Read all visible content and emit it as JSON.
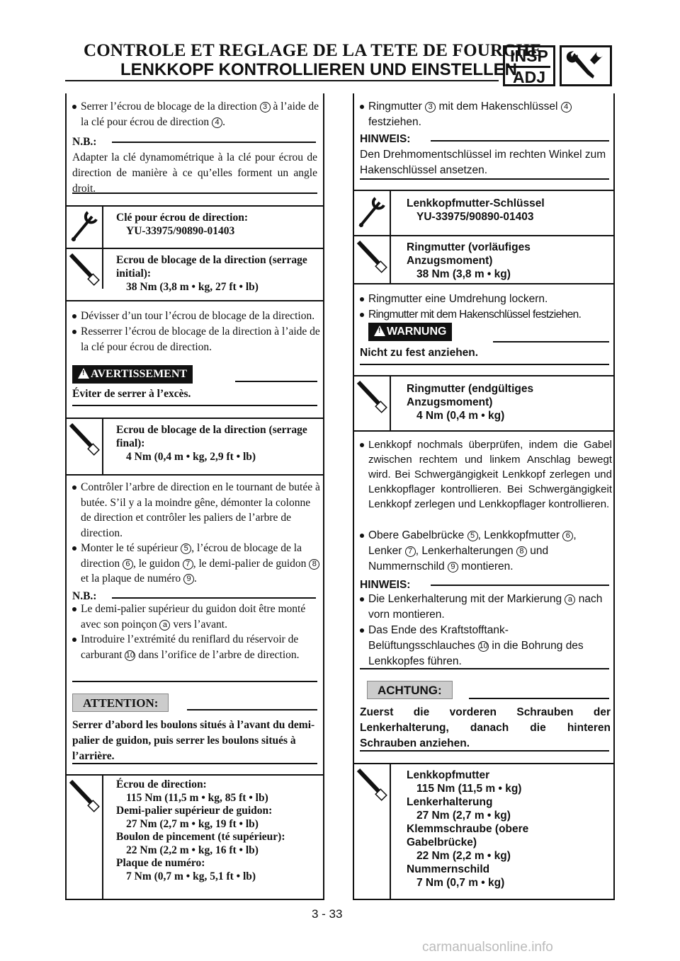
{
  "header": {
    "title_fr": "CONTROLE ET REGLAGE DE LA TETE DE FOURCHE",
    "title_de": "LENKKOPF KONTROLLIEREN UND EINSTELLEN",
    "badge_top": "INSP",
    "badge_bottom": "ADJ",
    "tool_icon": "wrench-icon"
  },
  "left": {
    "b1": {
      "t1": "Serrer l’écrou de blocage de la direction",
      "n1": "3",
      "t2": "à l’aide de la clé pour écrou de direction",
      "n2": "4",
      "t3": "."
    },
    "nb1_title": "N.B.:",
    "nb1_text": "Adapter la clé dynamométrique à la clé pour écrou de direction de manière à ce qu’elles forment un angle droit.",
    "spec1": {
      "title": "Clé pour écrou de direction:",
      "value": "YU-33975/90890-01403"
    },
    "spec2": {
      "title": "Ecrou de blocage de la direction (serrage initial):",
      "value": "38 Nm (3,8 m • kg, 27 ft • lb)"
    },
    "b2": "Dévisser d’un tour l’écrou de blocage de la direction.",
    "b3": "Resserrer l’écrou de blocage de la direction à l’aide de la clé pour écrou de direction.",
    "warn_label": "AVERTISSEMENT",
    "warn_text": "Éviter de serrer à l’excès.",
    "spec3": {
      "title": "Ecrou de blocage de la direction (serrage final):",
      "value": "4 Nm (0,4 m • kg, 2,9 ft • lb)"
    },
    "b4": "Contrôler l’arbre de direction en le tournant de butée à butée. S’il y a la moindre gêne, démonter la colonne de direction et contrôler les paliers de l’arbre de direction.",
    "b5": {
      "t1": "Monter le té supérieur",
      "n1": "5",
      "t2": ", l’écrou de blocage de la direction",
      "n2": "6",
      "t3": ", le guidon",
      "n3": "7",
      "t4": ", le demi-palier de guidon",
      "n4": "8",
      "t5": "et la plaque de numéro",
      "n5": "9",
      "t6": "."
    },
    "nb2_title": "N.B.:",
    "nb2_b1": {
      "t1": "Le demi-palier supérieur du guidon doit être monté avec son poinçon",
      "mark": "a",
      "t2": "vers l’avant."
    },
    "nb2_b2": {
      "t1": "Introduire l’extrémité du reniflard du réservoir de carburant",
      "n1": "10",
      "t2": "dans l’orifice de l’arbre de direction."
    },
    "caution_label": "ATTENTION:",
    "caution_text": "Serrer d’abord les boulons situés à l’avant du demi-palier de guidon, puis serrer les boulons situés à l’arrière.",
    "spec4": [
      {
        "title": "Écrou de direction:",
        "value": "115 Nm (11,5 m • kg, 85 ft • lb)"
      },
      {
        "title": "Demi-palier supérieur de guidon:",
        "value": "27 Nm (2,7 m • kg, 19 ft • lb)"
      },
      {
        "title": "Boulon de pincement (té supérieur):",
        "value": "22 Nm (2,2 m • kg, 16 ft • lb)"
      },
      {
        "title": "Plaque de numéro:",
        "value": "7 Nm (0,7 m • kg, 5,1 ft • lb)"
      }
    ]
  },
  "right": {
    "b1": {
      "t1": "Ringmutter",
      "n1": "3",
      "t2": "mit dem Hakenschlüssel",
      "n2": "4",
      "t3": "festziehen."
    },
    "nb1_title": "HINWEIS:",
    "nb1_text": "Den Drehmomentschlüssel im rechten Winkel zum Hakenschlüssel ansetzen.",
    "spec1": {
      "title": "Lenkkopfmutter-Schlüssel",
      "value": "YU-33975/90890-01403"
    },
    "spec2": {
      "title": "Ringmutter (vorläufiges Anzugsmoment)",
      "value": "38 Nm (3,8 m • kg)"
    },
    "b2": "Ringmutter eine Umdrehung lockern.",
    "b3": "Ringmutter mit dem Hakenschlüssel festziehen.",
    "warn_label": "WARNUNG",
    "warn_text": "Nicht zu fest anziehen.",
    "spec3": {
      "title": "Ringmutter (endgültiges Anzugsmoment)",
      "value": "4 Nm (0,4 m • kg)"
    },
    "b4": "Lenkkopf nochmals überprüfen, indem die Gabel zwischen rechtem und linkem Anschlag bewegt wird. Bei Schwergängigkeit Lenkkopf zerlegen und Lenkkopflager kontrollieren. Bei Schwergängigkeit Lenkkopf zerlegen und Lenkkopflager kontrollieren.",
    "b5": {
      "t1": "Obere Gabelbrücke",
      "n1": "5",
      "t2": ", Lenkkopfmutter",
      "n2": "6",
      "t3": ", Lenker",
      "n3": "7",
      "t4": ", Lenkerhalterungen",
      "n4": "8",
      "t5": "und Nummernschild",
      "n5": "9",
      "t6": "montieren."
    },
    "nb2_title": "HINWEIS:",
    "nb2_b1": {
      "t1": "Die Lenkerhalterung mit der Markierung",
      "mark": "a",
      "t2": "nach vorn montieren."
    },
    "nb2_b2": {
      "t1": "Das Ende des Kraftstofftank-Belüftungsschlauches",
      "n1": "10",
      "t2": "in die Bohrung des Lenkkopfes führen."
    },
    "caution_label": "ACHTUNG:",
    "caution_text": "Zuerst die vorderen Schrauben der Lenkerhalterung, danach die hinteren Schrauben anziehen.",
    "spec4": [
      {
        "title": "Lenkkopfmutter",
        "value": "115 Nm (11,5 m • kg)"
      },
      {
        "title": "Lenkerhalterung",
        "value": "27 Nm (2,7 m • kg)"
      },
      {
        "title": "Klemmschraube (obere Gabelbrücke)",
        "value": "22 Nm (2,2 m • kg)"
      },
      {
        "title": "Nummernschild",
        "value": "7 Nm (0,7 m • kg)"
      }
    ]
  },
  "footer": {
    "page": "3 - 33",
    "url": "carmanualsonline.info"
  }
}
